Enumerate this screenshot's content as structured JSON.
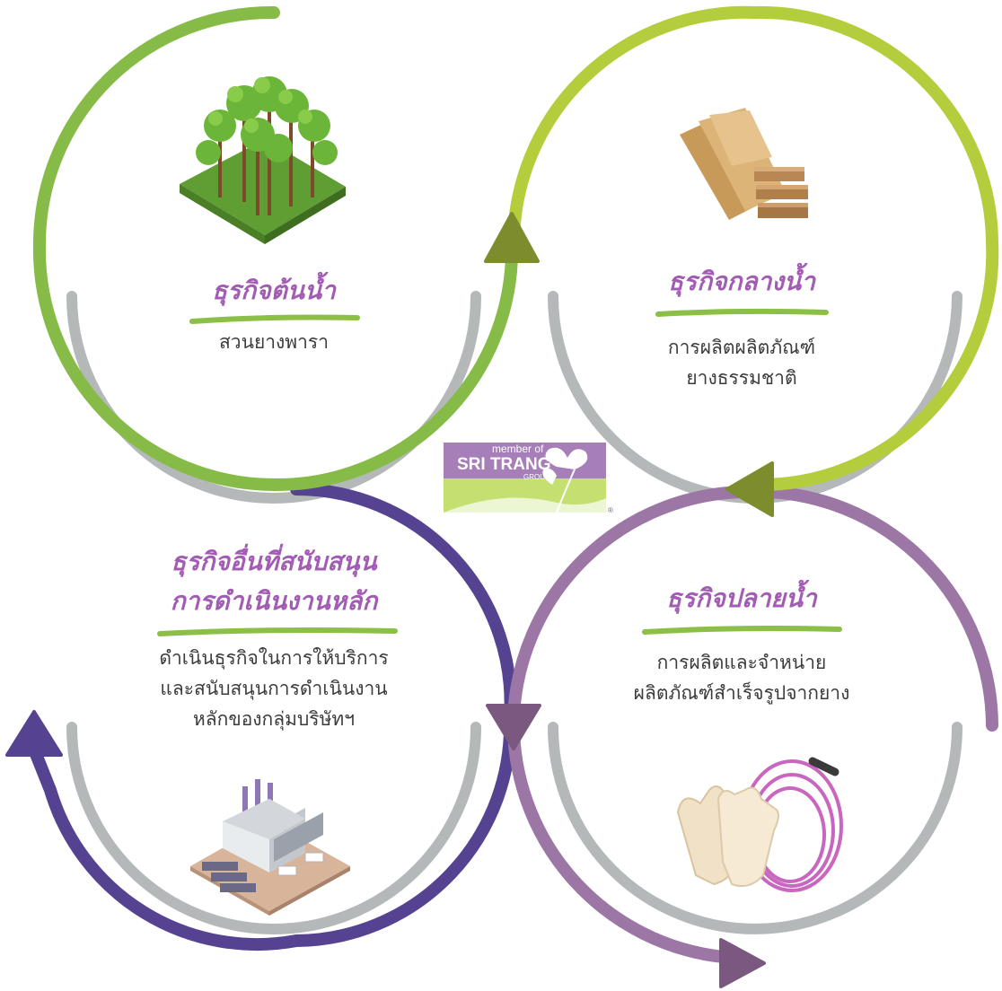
{
  "quadrants": [
    {
      "id": "upstream",
      "heading": "ธุรกิจต้นน้ำ",
      "lines": [
        "สวนยางพารา"
      ],
      "icon": "rubber-plantation-icon"
    },
    {
      "id": "midstream",
      "heading": "ธุรกิจกลางน้ำ",
      "lines": [
        "การผลิตผลิตภัณฑ์",
        "ยางธรรมชาติ"
      ],
      "icon": "natural-rubber-sheets-icon"
    },
    {
      "id": "downstream",
      "heading": "ธุรกิจปลายน้ำ",
      "lines": [
        "การผลิตและจำหน่าย",
        "ผลิตภัณฑ์สำเร็จรูปจากยาง"
      ],
      "icon": "gloves-and-hose-icon"
    },
    {
      "id": "supporting",
      "heading_lines": [
        "ธุรกิจอื่นที่สนับสนุน",
        "การดำเนินงานหลัก"
      ],
      "lines": [
        "ดำเนินธุรกิจในการให้บริการ",
        "และสนับสนุนการดำเนินงาน",
        "หลักของกลุ่มบริษัทฯ"
      ],
      "icon": "factory-icon"
    }
  ],
  "logo": {
    "top": "member of",
    "main": "SRI TRANG",
    "sub": "GROUP",
    "registered": "®"
  },
  "colors": {
    "green_ring": "#87bb48",
    "lime_ring": "#b4cd3c",
    "purple_ring": "#9c77a6",
    "indigo_ring": "#554391",
    "gray_arc": "#b4b8b9",
    "heading": "#a35cb3",
    "logo_purple": "#a67eb8",
    "logo_green": "#c4e070"
  }
}
